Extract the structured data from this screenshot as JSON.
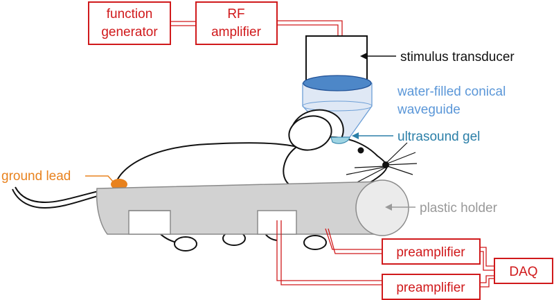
{
  "boxes": {
    "function_generator": [
      "function",
      "generator"
    ],
    "rf_amplifier": [
      "RF",
      "amplifier"
    ],
    "preamplifier_top": "preamplifier",
    "preamplifier_bottom": "preamplifier",
    "daq": "DAQ"
  },
  "labels": {
    "stimulus_transducer": "stimulus transducer",
    "waveguide": [
      "water-filled conical",
      "waveguide"
    ],
    "ultrasound_gel": "ultrasound gel",
    "ground_lead": "ground lead",
    "plastic_holder": "plastic holder"
  },
  "colors": {
    "equipment": "#d0191b",
    "transducer_label": "#111111",
    "waveguide": "#5b97d8",
    "gel": "#2b7fa8",
    "ground_lead": "#e8821e",
    "holder": "#d2d2d2",
    "holder_label": "#999999"
  }
}
